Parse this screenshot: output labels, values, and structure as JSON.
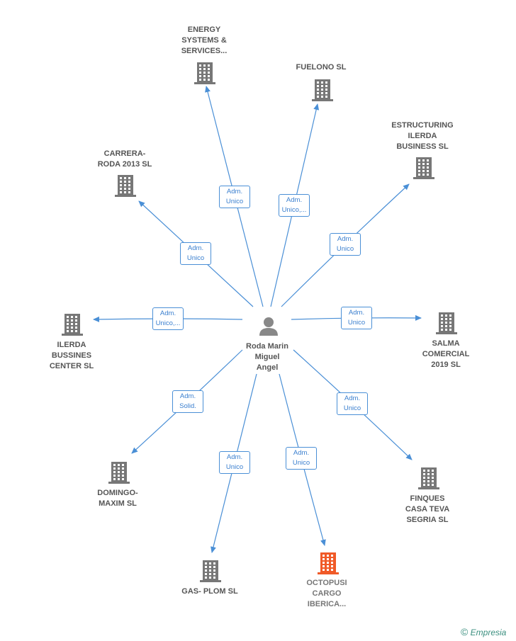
{
  "center": {
    "name": "Roda Marin\nMiguel\nAngel"
  },
  "colors": {
    "edge": "#4a8fd6",
    "building": "#777777",
    "highlight": "#f05a28"
  },
  "nodes": [
    {
      "id": "energy",
      "label": "ENERGY\nSYSTEMS &\nSERVICES...",
      "role": "Adm.\nUnico",
      "highlight": false
    },
    {
      "id": "fuelono",
      "label": "FUELONO  SL",
      "role": "Adm.\nUnico,...",
      "highlight": false
    },
    {
      "id": "estructuring",
      "label": "ESTRUCTURING\nILERDA\nBUSINESS SL",
      "role": "Adm.\nUnico",
      "highlight": false
    },
    {
      "id": "carrera",
      "label": "CARRERA-\nRODA 2013 SL",
      "role": "Adm.\nUnico",
      "highlight": false
    },
    {
      "id": "ilerda",
      "label": "ILERDA\nBUSSINES\nCENTER SL",
      "role": "Adm.\nUnico,...",
      "highlight": false
    },
    {
      "id": "salma",
      "label": "SALMA\nCOMERCIAL\n2019  SL",
      "role": "Adm.\nUnico",
      "highlight": false
    },
    {
      "id": "domingo",
      "label": "DOMINGO-\nMAXIM SL",
      "role": "Adm.\nSolid.",
      "highlight": false
    },
    {
      "id": "finques",
      "label": "FINQUES\nCASA TEVA\nSEGRIA  SL",
      "role": "Adm.\nUnico",
      "highlight": false
    },
    {
      "id": "gasplom",
      "label": "GAS- PLOM  SL",
      "role": "Adm.\nUnico",
      "highlight": false
    },
    {
      "id": "octopusi",
      "label": "OCTOPUSI\nCARGO\nIBERICA...",
      "role": "Adm.\nUnico",
      "highlight": true
    }
  ],
  "watermark": {
    "symbol": "©",
    "text": "Empresia"
  }
}
